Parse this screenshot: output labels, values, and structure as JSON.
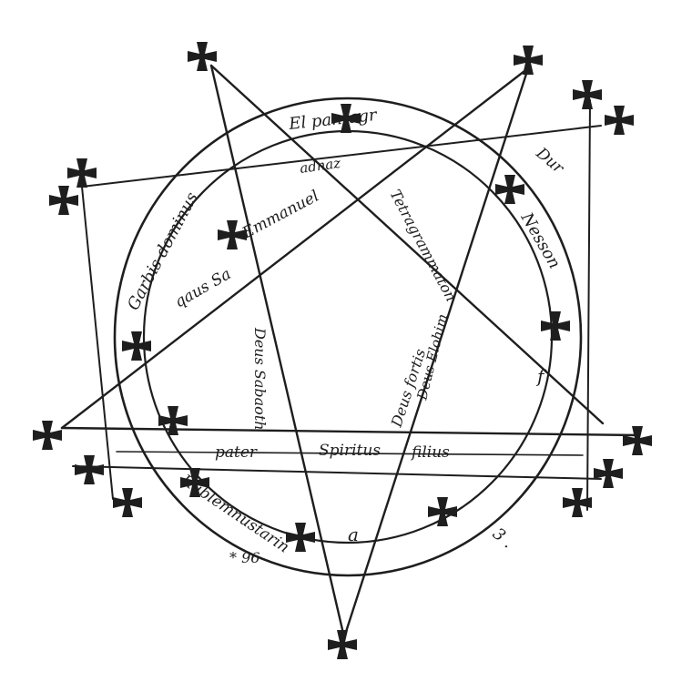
{
  "colors": {
    "ink": "#1e1e1e",
    "paper": "#ffffff"
  },
  "texts": {
    "band_top_1": "El pantagr",
    "band_top_2": "adnaz",
    "band_left_1": "Garbis dominus",
    "band_left_2": "Emmanuel",
    "band_left_3": "qaus Sa",
    "band_right_1": "Nesson",
    "band_right_2": "Dur",
    "band_bottom_1": "Rublemnustarin",
    "inner_1": "Tetragrammaton",
    "inner_2": "Deus fortis",
    "inner_3": "Deus Sabaoth",
    "inner_4": "Deus Elohim",
    "crossbar_1": "pater",
    "crossbar_2": "filius",
    "crossbar_3": "Spiritus",
    "letter_a": "a",
    "letter_b": "f",
    "mark_br": "3 .",
    "mark_bl": "* 96"
  },
  "icons": {
    "cross": "cross-pattee-icon",
    "pentagram": "pentagram-icon",
    "circle": "magic-circle-icon"
  }
}
